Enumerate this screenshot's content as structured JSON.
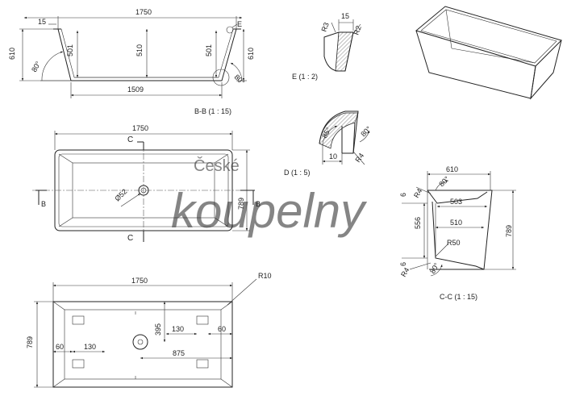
{
  "watermark": {
    "line1": "České",
    "line2": "koupelny"
  },
  "section_bb": {
    "title": "B-B (1 : 15)",
    "dims": {
      "top_length": "1750",
      "lip": "15",
      "height_left": "610",
      "height_right": "610",
      "inner_left": "501",
      "inner_center": "510",
      "inner_right": "501",
      "bottom_length": "1509",
      "angle_left": "80°",
      "angle_right": "80°",
      "detail_tag": "E"
    }
  },
  "detail_e": {
    "title": "E (1 : 2)",
    "dims": {
      "r3": "R3",
      "w15": "15",
      "r2": "R2"
    }
  },
  "detail_d": {
    "title": "D (1 : 5)",
    "dims": {
      "angle_85": "85°",
      "angle_80": "80°",
      "w10": "10",
      "r4": "R4"
    }
  },
  "plan_top": {
    "dims": {
      "length": "1750",
      "width": "789",
      "drain": "Ø52"
    },
    "markers": {
      "c_top": "C",
      "c_bottom": "C",
      "b_left": "B",
      "b_right": "B"
    }
  },
  "plan_bottom": {
    "dims": {
      "length": "1750",
      "width": "789",
      "radius": "R10",
      "d395": "395",
      "d130a": "130",
      "d60a": "60",
      "d60b": "60",
      "d130b": "130",
      "d875": "875"
    }
  },
  "section_cc": {
    "title": "C-C (1 : 15)",
    "dims": {
      "top_width": "610",
      "angle_top": "80°",
      "r4a": "R4",
      "d6a": "6",
      "w503": "503",
      "h556": "556",
      "w510": "510",
      "r50": "R50",
      "h789": "789",
      "d6b": "6",
      "r4b": "R4",
      "angle_bottom": "80°"
    }
  }
}
